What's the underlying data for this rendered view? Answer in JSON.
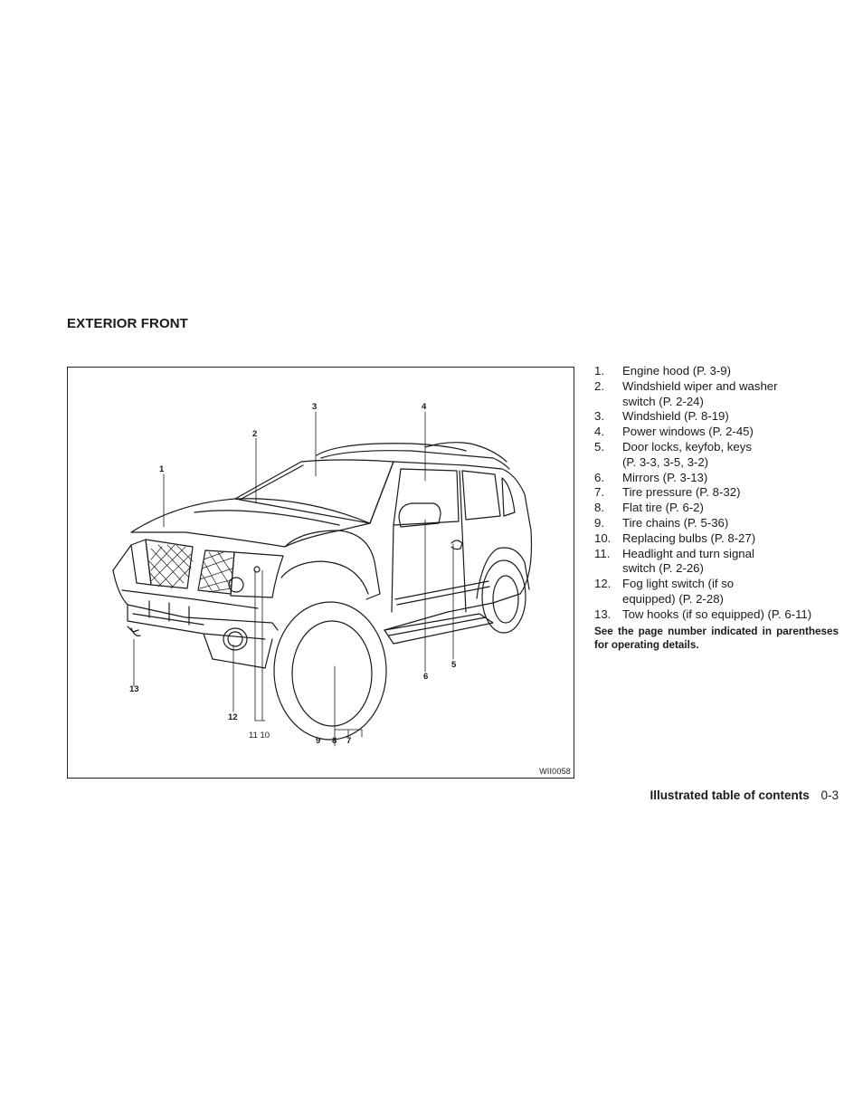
{
  "section_title": "EXTERIOR FRONT",
  "figure": {
    "code": "WII0058",
    "callouts": {
      "c1": "1",
      "c2": "2",
      "c3": "3",
      "c4": "4",
      "c5": "5",
      "c6": "6",
      "c13": "13",
      "c12": "12",
      "c11_10": "11 10",
      "c9": "9",
      "c8": "8",
      "c7": "7"
    }
  },
  "items": [
    {
      "num": "1.",
      "lines": [
        "Engine hood (P. 3-9)"
      ]
    },
    {
      "num": "2.",
      "lines": [
        "Windshield wiper and washer",
        "switch (P. 2-24)"
      ]
    },
    {
      "num": "3.",
      "lines": [
        "Windshield (P. 8-19)"
      ]
    },
    {
      "num": "4.",
      "lines": [
        "Power windows (P. 2-45)"
      ]
    },
    {
      "num": "5.",
      "lines": [
        "Door locks, keyfob, keys",
        "(P. 3-3, 3-5, 3-2)"
      ]
    },
    {
      "num": "6.",
      "lines": [
        "Mirrors (P. 3-13)"
      ]
    },
    {
      "num": "7.",
      "lines": [
        "Tire pressure (P. 8-32)"
      ]
    },
    {
      "num": "8.",
      "lines": [
        "Flat tire (P. 6-2)"
      ]
    },
    {
      "num": "9.",
      "lines": [
        "Tire chains (P. 5-36)"
      ]
    },
    {
      "num": "10.",
      "lines": [
        "Replacing bulbs (P. 8-27)"
      ]
    },
    {
      "num": "11.",
      "lines": [
        "Headlight and turn signal",
        "switch (P. 2-26)"
      ]
    },
    {
      "num": "12.",
      "lines": [
        "Fog light switch (if so",
        "equipped) (P. 2-28)"
      ]
    },
    {
      "num": "13.",
      "lines": [
        "Tow hooks (if so equipped) (P. 6-11)"
      ]
    }
  ],
  "note": "See the page number indicated in parentheses for operating details.",
  "footer": {
    "section": "Illustrated table of contents",
    "page": "0-3"
  }
}
